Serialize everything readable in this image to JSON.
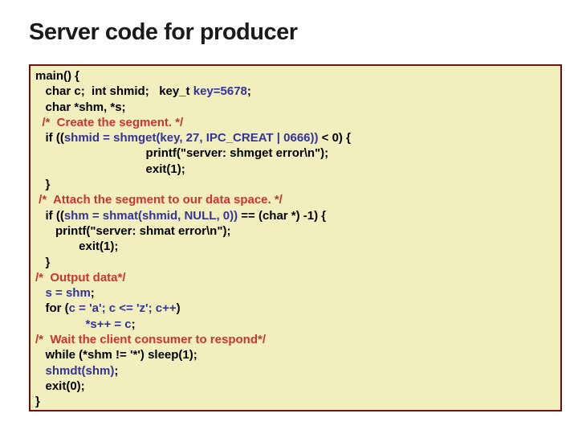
{
  "slide": {
    "title": "Server code for producer"
  },
  "colors": {
    "background": "#FFFFFF",
    "code_box_bg": "#F2EFBF",
    "code_box_border": "#6B1111",
    "code_black": "#000000",
    "code_blue": "#333399",
    "code_red": "#CC3333"
  },
  "code_box": {
    "lines": [
      {
        "segments": [
          {
            "color": "black",
            "text": "main() {"
          }
        ]
      },
      {
        "segments": [
          {
            "color": "black",
            "text": "   char c;  int shmid;   key_t "
          },
          {
            "color": "blue",
            "text": "key=5678"
          },
          {
            "color": "black",
            "text": ";"
          }
        ]
      },
      {
        "segments": [
          {
            "color": "black",
            "text": "   char *shm, *s;"
          }
        ]
      },
      {
        "segments": [
          {
            "color": "red",
            "text": "  /*  Create the segment. */"
          }
        ]
      },
      {
        "segments": [
          {
            "color": "black",
            "text": "   if (("
          },
          {
            "color": "blue",
            "text": "shmid = shmget(key, 27, IPC_CREAT | 0666))"
          },
          {
            "color": "black",
            "text": " < 0) {"
          }
        ]
      },
      {
        "segments": [
          {
            "color": "black",
            "text": "                                 printf(\"server: shmget error\\n\");"
          }
        ]
      },
      {
        "segments": [
          {
            "color": "black",
            "text": "                                 exit(1);"
          }
        ]
      },
      {
        "segments": [
          {
            "color": "black",
            "text": "   }"
          }
        ]
      },
      {
        "segments": [
          {
            "color": "red",
            "text": " /*  Attach the segment to our data space. */"
          }
        ]
      },
      {
        "segments": [
          {
            "color": "black",
            "text": "   if (("
          },
          {
            "color": "blue",
            "text": "shm = shmat(shmid, NULL, 0))"
          },
          {
            "color": "black",
            "text": " == (char *) -1) {"
          }
        ]
      },
      {
        "segments": [
          {
            "color": "black",
            "text": "      printf(\"server: shmat error\\n\");"
          }
        ]
      },
      {
        "segments": [
          {
            "color": "black",
            "text": "             exit(1);"
          }
        ]
      },
      {
        "segments": [
          {
            "color": "black",
            "text": "   }"
          }
        ]
      },
      {
        "segments": [
          {
            "color": "red",
            "text": "/*  Output data*/"
          }
        ]
      },
      {
        "segments": [
          {
            "color": "black",
            "text": "   "
          },
          {
            "color": "blue",
            "text": "s = shm"
          },
          {
            "color": "black",
            "text": ";"
          }
        ]
      },
      {
        "segments": [
          {
            "color": "black",
            "text": "   for ("
          },
          {
            "color": "blue",
            "text": "c = 'a'; c <= 'z'; c++"
          },
          {
            "color": "black",
            "text": ")"
          }
        ]
      },
      {
        "segments": [
          {
            "color": "black",
            "text": "               "
          },
          {
            "color": "blue",
            "text": "*s++ = c"
          },
          {
            "color": "black",
            "text": ";"
          }
        ]
      },
      {
        "segments": [
          {
            "color": "red",
            "text": "/*  Wait the client consumer to respond*/"
          }
        ]
      },
      {
        "segments": [
          {
            "color": "black",
            "text": "   while (*shm != '*') sleep(1);"
          }
        ]
      },
      {
        "segments": [
          {
            "color": "black",
            "text": "   "
          },
          {
            "color": "blue",
            "text": "shmdt(shm)"
          },
          {
            "color": "black",
            "text": ";"
          }
        ]
      },
      {
        "segments": [
          {
            "color": "black",
            "text": "   exit(0);"
          }
        ]
      },
      {
        "segments": [
          {
            "color": "black",
            "text": "}"
          }
        ]
      }
    ]
  }
}
